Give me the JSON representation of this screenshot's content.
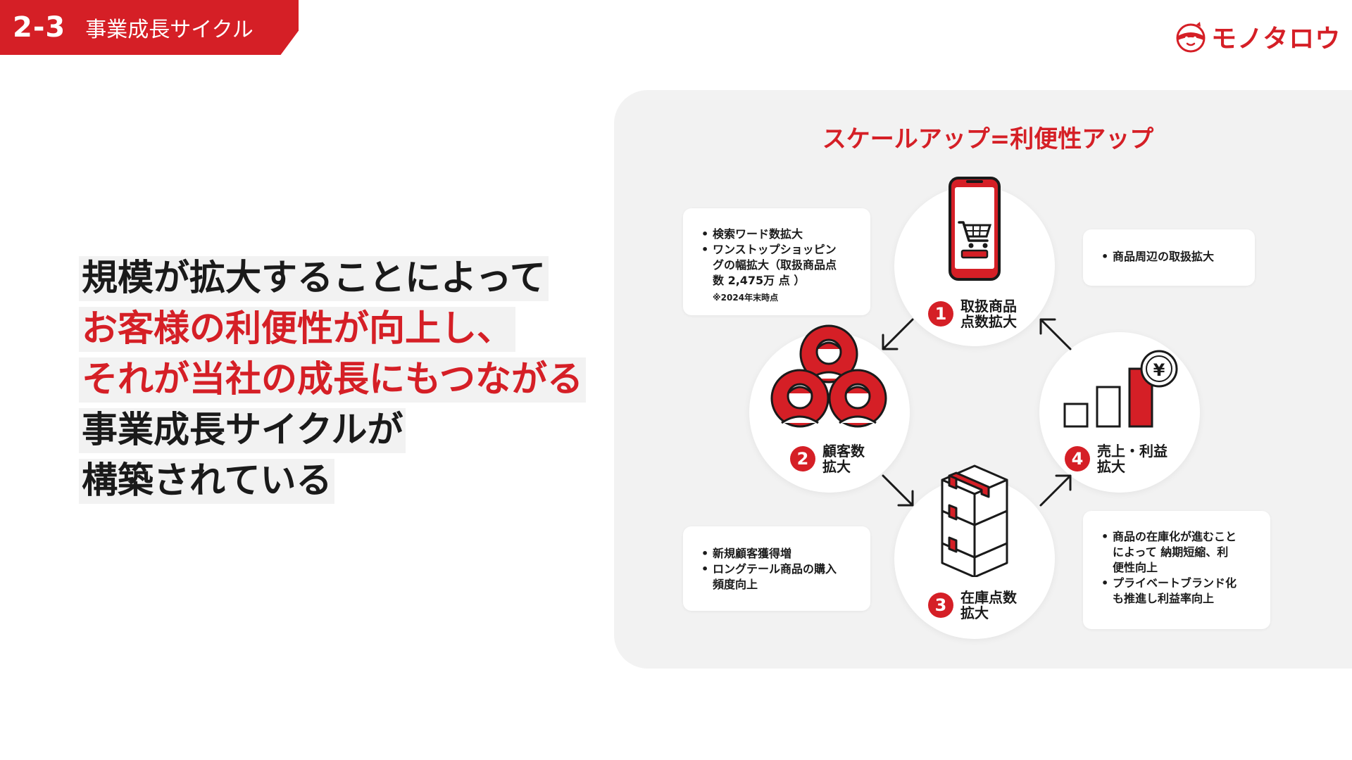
{
  "header": {
    "section_number": "2-3",
    "section_title": "事業成長サイクル",
    "logo_text": "モノタロウ"
  },
  "headline": {
    "lines": [
      {
        "text": "規模が拡大することによって",
        "emphasis": false
      },
      {
        "text": "お客様の利便性が向上し、",
        "emphasis": true
      },
      {
        "text": "それが当社の成長にもつながる",
        "emphasis": true
      },
      {
        "text": "事業成長サイクルが",
        "emphasis": false
      },
      {
        "text": "構築されている",
        "emphasis": false
      }
    ]
  },
  "diagram": {
    "title": "スケールアップ=利便性アップ",
    "steps": [
      {
        "number": "1",
        "label_lines": [
          "取扱商品",
          "点数拡大"
        ],
        "icon": "smartphone-cart-icon"
      },
      {
        "number": "2",
        "label_lines": [
          "顧客数",
          "拡大"
        ],
        "icon": "customers-icon"
      },
      {
        "number": "3",
        "label_lines": [
          "在庫点数",
          "拡大"
        ],
        "icon": "stacked-boxes-icon"
      },
      {
        "number": "4",
        "label_lines": [
          "売上・利益",
          "拡大"
        ],
        "icon": "bar-chart-yen-icon"
      }
    ],
    "notes": {
      "top_left": {
        "items": [
          {
            "lines": [
              "検索ワード数拡大"
            ]
          },
          {
            "lines": [
              "ワンストップショッピン",
              "グの幅拡大（取扱商品点",
              "数 2,475万 点 ）"
            ]
          }
        ],
        "footnote": "※2024年末時点"
      },
      "top_right": {
        "items": [
          {
            "lines": [
              "商品周辺の取扱拡大"
            ]
          }
        ]
      },
      "bottom_left": {
        "items": [
          {
            "lines": [
              "新規顧客獲得増"
            ]
          },
          {
            "lines": [
              "ロングテール商品の購入",
              "頻度向上"
            ]
          }
        ]
      },
      "bottom_right": {
        "items": [
          {
            "lines": [
              "商品の在庫化が進むこと",
              "によって 納期短縮、利",
              "便性向上"
            ]
          },
          {
            "lines": [
              "プライベートブランド化",
              "も推進し利益率向上"
            ]
          }
        ]
      }
    },
    "colors": {
      "accent": "#d51f26",
      "panel": "#f2f2f2",
      "text": "#1a1a1a"
    }
  }
}
